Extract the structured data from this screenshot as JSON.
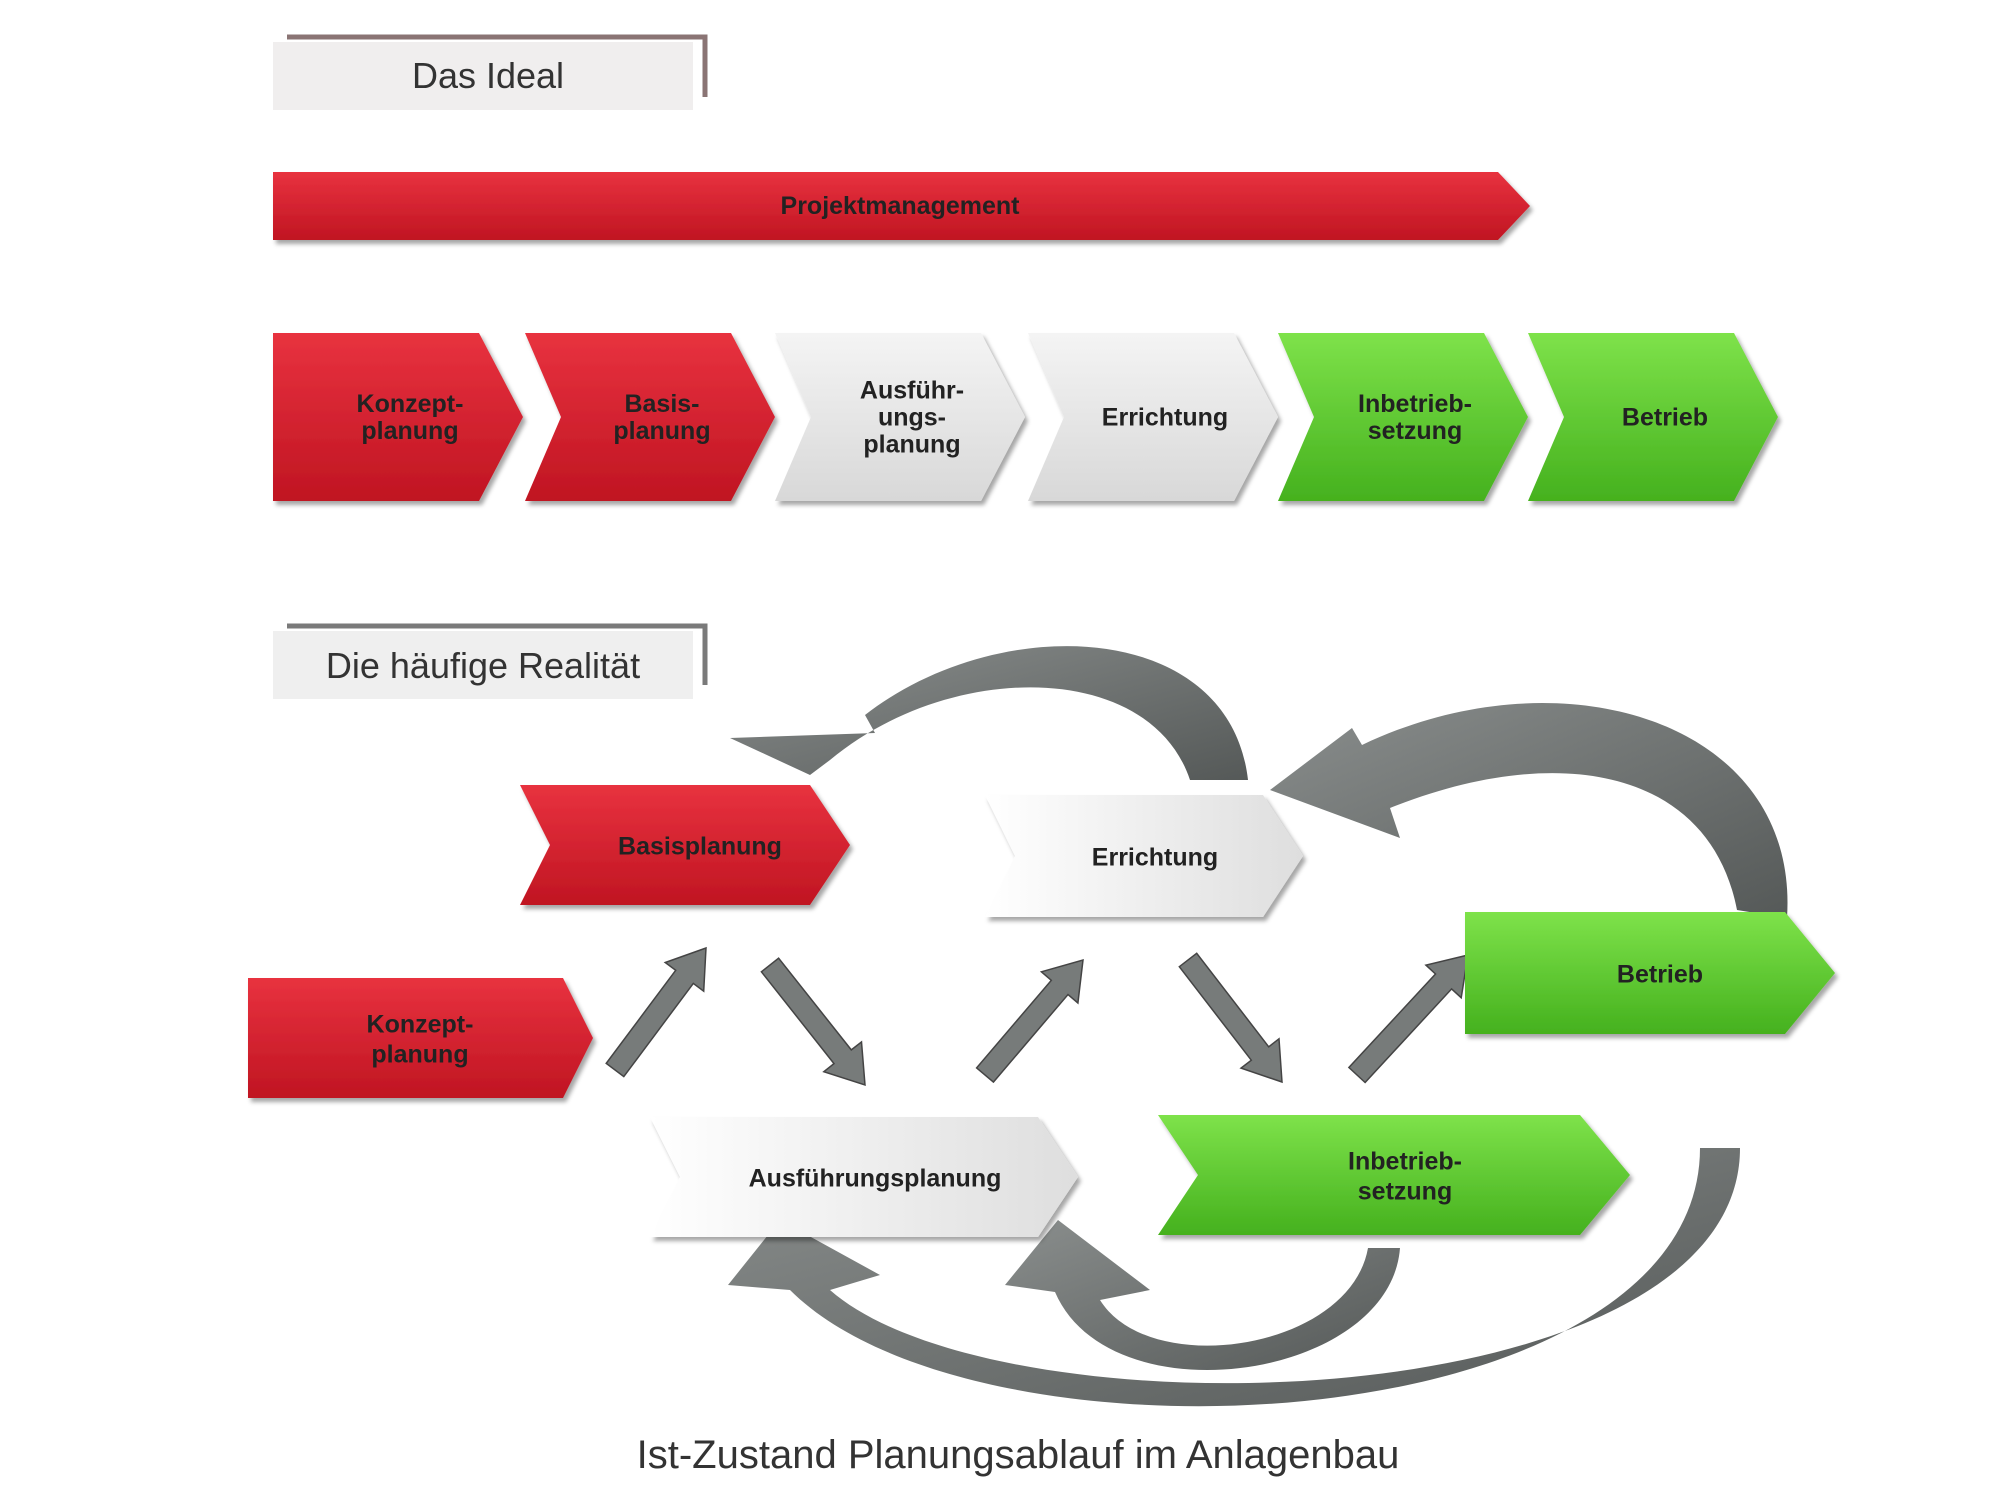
{
  "ideal": {
    "header": "Das Ideal",
    "bar": "Projektmanagement",
    "steps": [
      {
        "lines": [
          "Konzept-",
          "planung"
        ],
        "color": "red"
      },
      {
        "lines": [
          "Basis-",
          "planung"
        ],
        "color": "red"
      },
      {
        "lines": [
          "Ausführ-",
          "ungs-",
          "planung"
        ],
        "color": "gray"
      },
      {
        "lines": [
          "Errichtung"
        ],
        "color": "gray"
      },
      {
        "lines": [
          "Inbetrieb-",
          "setzung"
        ],
        "color": "green"
      },
      {
        "lines": [
          "Betrieb"
        ],
        "color": "green"
      }
    ]
  },
  "reality": {
    "header": "Die häufige Realität",
    "nodes": {
      "konzept": [
        "Konzept-",
        "planung"
      ],
      "basis": [
        "Basisplanung"
      ],
      "errichtung": [
        "Errichtung"
      ],
      "ausfuehrung": [
        "Ausführungsplanung"
      ],
      "inbetrieb": [
        "Inbetrieb-",
        "setzung"
      ],
      "betrieb": [
        "Betrieb"
      ]
    }
  },
  "caption": "Ist-Zustand Planungsablauf im Anlagenbau",
  "colors": {
    "red": "#d81f2e",
    "gray": "#e6e6e6",
    "green": "#5fce2f",
    "arrow": "#6f7372"
  }
}
